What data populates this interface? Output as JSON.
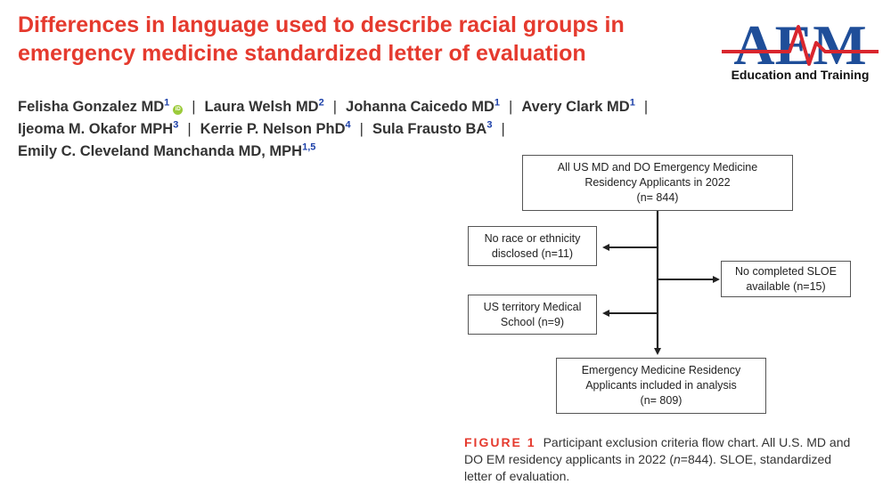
{
  "paper": {
    "title": "Differences in language used to describe racial groups in emergency medicine standardized letter of evaluation",
    "journal": {
      "logo_text": "AEM",
      "subtitle": "Education and Training",
      "colors": {
        "blue": "#1f4e99",
        "red": "#d9262e"
      }
    },
    "authors": [
      {
        "name": "Felisha Gonzalez MD",
        "aff": "1",
        "orcid": true
      },
      {
        "name": "Laura Welsh MD",
        "aff": "2"
      },
      {
        "name": "Johanna Caicedo MD",
        "aff": "1"
      },
      {
        "name": "Avery Clark MD",
        "aff": "1"
      },
      {
        "name": "Ijeoma M. Okafor MPH",
        "aff": "3"
      },
      {
        "name": "Kerrie P. Nelson PhD",
        "aff": "4"
      },
      {
        "name": "Sula Frausto BA",
        "aff": "3"
      },
      {
        "name": "Emily C. Cleveland Manchanda MD, MPH",
        "aff": "1,5"
      }
    ],
    "separator": "|",
    "orcid_icon": "orcid-icon"
  },
  "flowchart": {
    "top": {
      "line1": "All US MD and DO Emergency Medicine",
      "line2": "Residency Applicants in 2022",
      "line3": "(n= 844)"
    },
    "excl1": {
      "line1": "No race or ethnicity",
      "line2": "disclosed (n=11)"
    },
    "excl2": {
      "line1": "No completed SLOE",
      "line2": "available (n=15)"
    },
    "excl3": {
      "line1": "US territory Medical",
      "line2": "School (n=9)"
    },
    "bottom": {
      "line1": "Emergency Medicine Residency",
      "line2": "Applicants included in analysis",
      "line3": "(n= 809)"
    }
  },
  "caption": {
    "label": "FIGURE 1",
    "text_a": "Participant exclusion criteria flow chart. All U.S. MD and DO EM residency applicants in 2022 (",
    "n_italic": "n",
    "text_b": "=844). SLOE, standardized letter of evaluation."
  }
}
